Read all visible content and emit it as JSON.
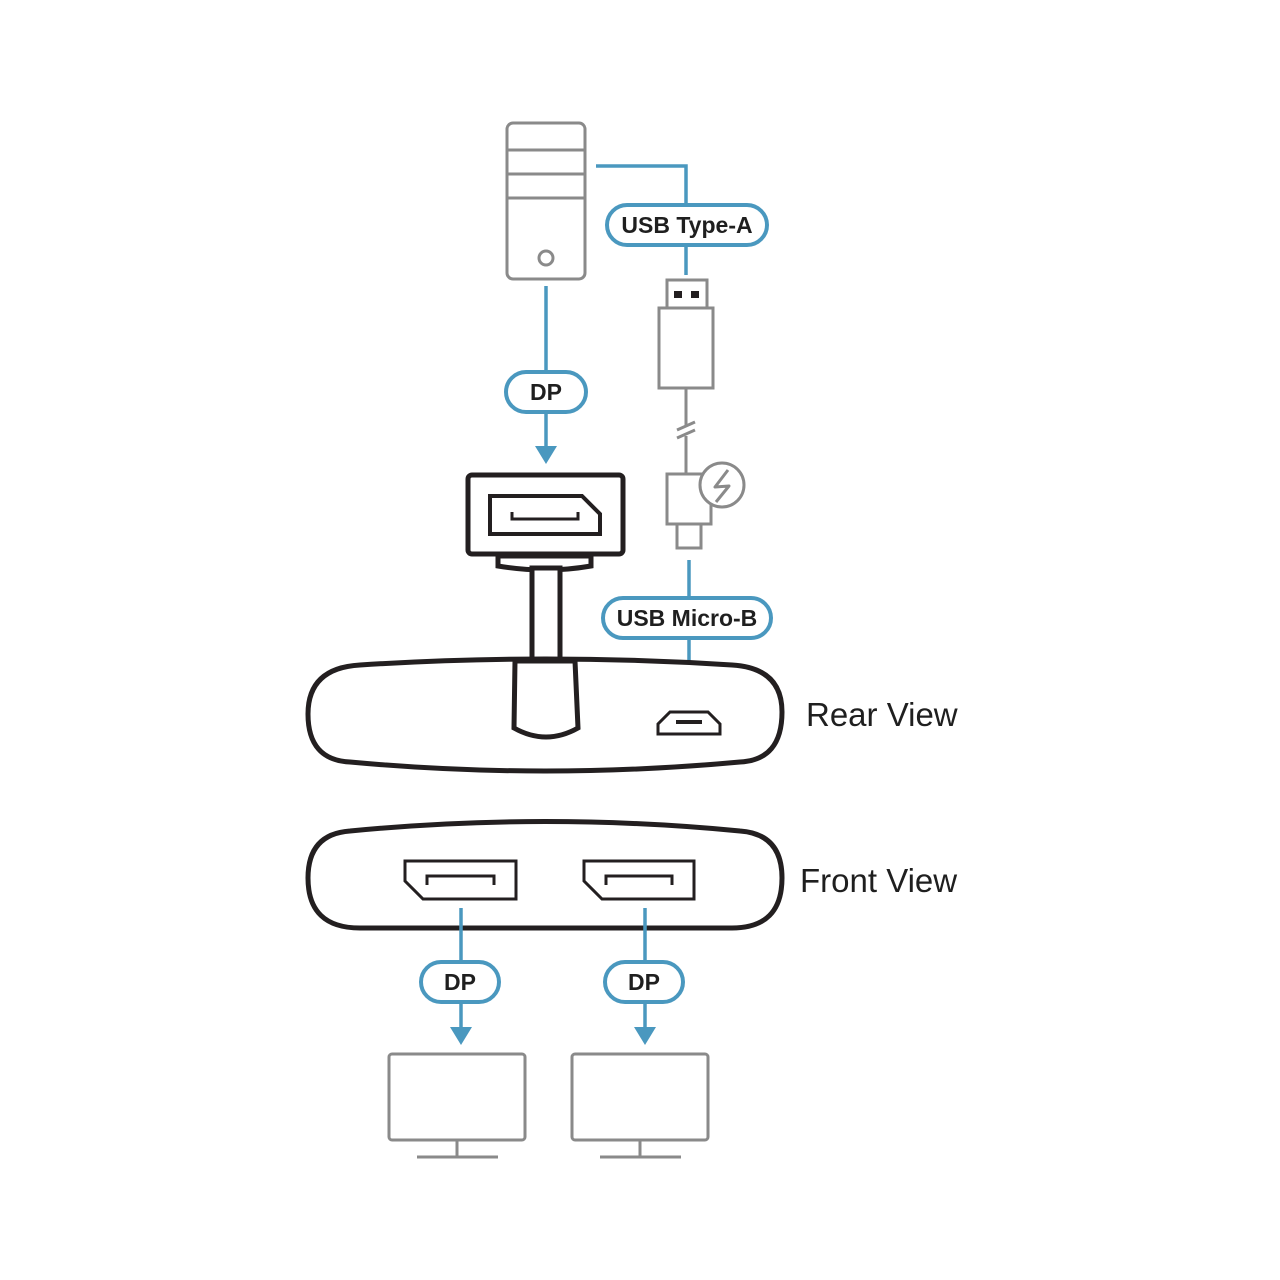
{
  "colors": {
    "cable": "#4a98bf",
    "device_outline": "#231f20",
    "peripheral_outline": "#8a8a8a",
    "background": "#ffffff"
  },
  "labels": {
    "dp_source": "DP",
    "usb_type_a": "USB Type-A",
    "usb_micro_b": "USB Micro-B",
    "dp_output_1": "DP",
    "dp_output_2": "DP"
  },
  "views": {
    "rear": "Rear View",
    "front": "Front View"
  },
  "icons": {
    "source": "computer-tower-icon",
    "power": "lightning-icon",
    "displays": "monitor-icon"
  }
}
